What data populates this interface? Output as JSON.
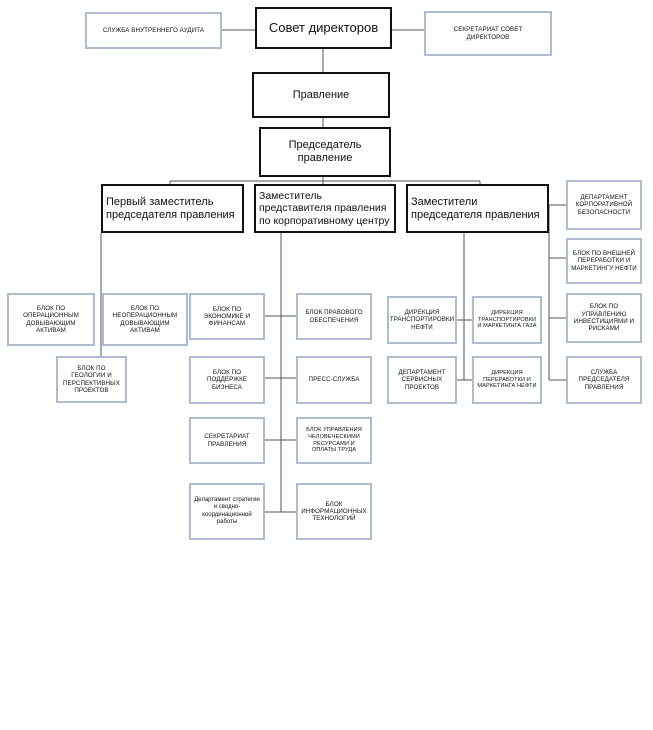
{
  "top": {
    "board": "Совет директоров",
    "audit": "СЛУЖБА ВНУТРЕННЕГО АУДИТА",
    "secretariat_board": "СЕКРЕТАРИАТ СОВЕТ ДИРЕКТОРОВ"
  },
  "management": {
    "board": "Правление",
    "chairman": "Председатель правление"
  },
  "deputies": {
    "first": "Первый заместитель председателя правления",
    "corporate": "Заместитель представителя правления по корпоративному центру",
    "chairman_deputies": "Заместители председателя правления"
  },
  "first_deputy_units": {
    "operational": "блок по операционным довывающим активам",
    "nonoperational": "блок по неоперационным довывающим активам",
    "geology": "блок по геологии и перспективных проектов"
  },
  "corporate_units": {
    "economics": "Блок по экономике и финансам",
    "legal": "Блок правового обеспечения",
    "business_support": "Блок по поддержке бизнеса",
    "press": "Пресс-служба",
    "secretariat": "Секретариат правления",
    "hr": "блок управления человеческими ресурсами и оплаты труда",
    "strategy": "Департамент стратегии и сводно-координационной работы",
    "it": "Блок информационных технологий"
  },
  "chairman_deputy_units": {
    "transport": "Дирекция транспортировки нефти",
    "transport_gas": "Дирекция транспортировки и маркетинга газа",
    "services": "Департамент сервисных проектов",
    "refining": "Дирекция переработки и маркетинга нефти"
  },
  "right_column": {
    "security": "Департамент корпоративной безопасности",
    "external_refining": "блок по внешней переработки и маркетингу нефти",
    "investments": "блок по управлению инвестициями и рисками",
    "chairman_service": "Служба председателя правления"
  },
  "colors": {
    "blue_border": "#aebcd0",
    "black_border": "#111111",
    "line": "#555555"
  }
}
